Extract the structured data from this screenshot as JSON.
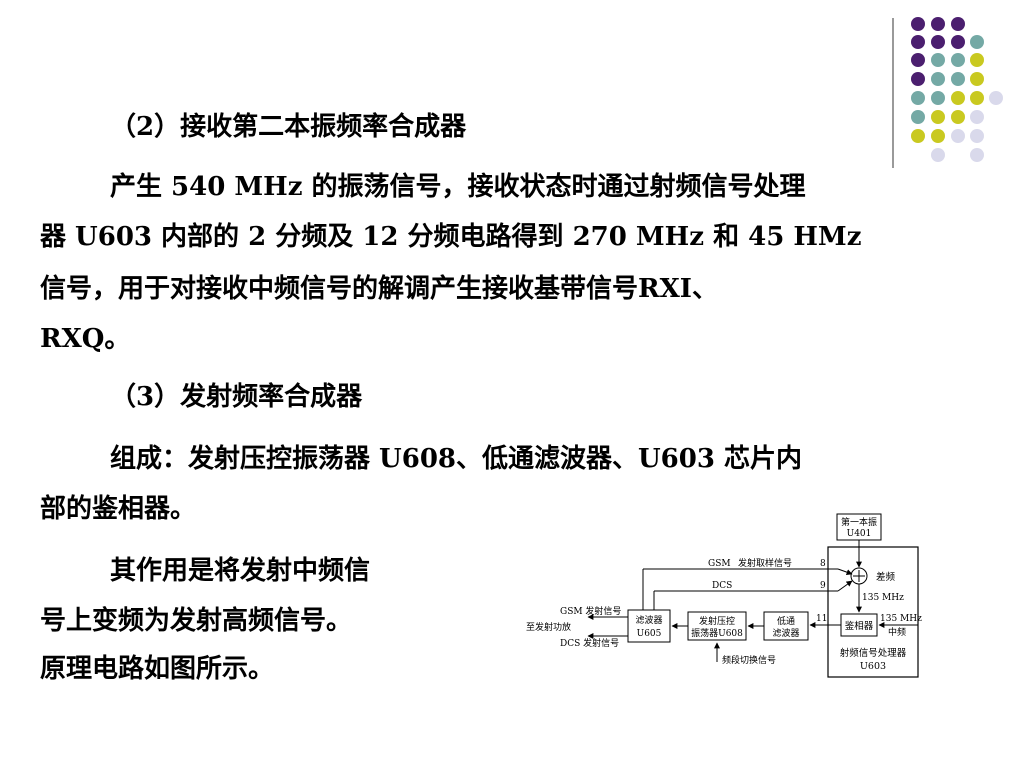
{
  "colors": {
    "purple": "#4b1f6f",
    "teal": "#74a9a5",
    "yellow": "#c9c920",
    "lavender": "#d9d9eb",
    "divider": "#9a9a9a"
  },
  "heading2": "（2）接收第二本振频率合成器",
  "para1": [
    "产生 540 MHz 的振荡信号，接收状态时通过射频信号处理",
    "器 U603 内部的 2 分频及 12 分频电路得到 270 MHz 和 45 HMz",
    "信号，用于对接收中频信号的解调产生接收基带信号RXI、",
    "RXQ。"
  ],
  "heading3": "（3）发射频率合成器",
  "para2": [
    "组成：发射压控振荡器  U608、低通滤波器、U603  芯片内",
    "部的鉴相器。"
  ],
  "para3": [
    "其作用是将发射中频信",
    "号上变频为发射高频信号。",
    "原理电路如图所示。"
  ],
  "diagram": {
    "lo1_box": [
      "第一本振",
      "U401"
    ],
    "gsm_label": "GSM",
    "sample_label": "发射取样信号",
    "dcs_label": "DCS",
    "pin8": "8",
    "pin9": "9",
    "pin11": "11",
    "plus": "+",
    "beat_label": "差频",
    "freq135": "135 MHz",
    "freq135_if": [
      "135 MHz",
      "中频"
    ],
    "gsm_tx": "GSM 发射信号",
    "to_pa": "至发射功放",
    "dcs_tx": "DCS 发射信号",
    "filter_box": [
      "滤波器",
      "U605"
    ],
    "vco_box": [
      "发射压控",
      "振荡器U608"
    ],
    "lpf_box": [
      "低通",
      "滤波器"
    ],
    "pd_box": "鉴相器",
    "band_switch": "频段切换信号",
    "rfp_label": [
      "射频信号处理器",
      "U603"
    ]
  }
}
